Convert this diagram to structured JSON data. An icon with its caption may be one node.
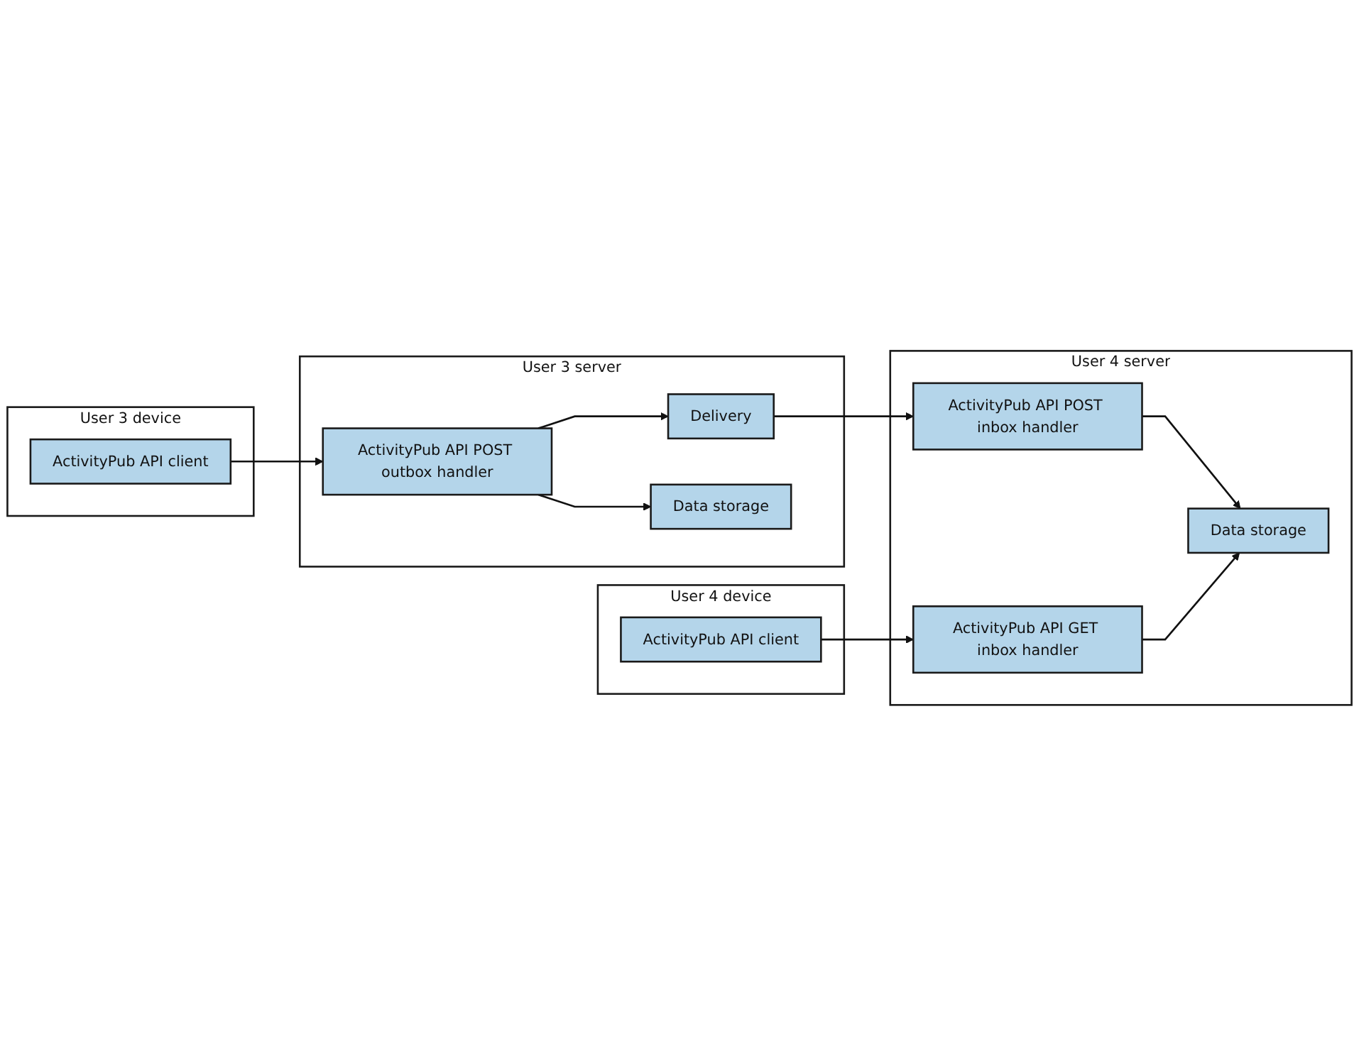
{
  "diagram": {
    "nodes": [
      {
        "text": [
          "User 3 device"
        ]
      },
      {
        "text": [
          "ActivityPub API client"
        ],
        "in": 0
      },
      {
        "text": [
          "User 3 server"
        ]
      },
      {
        "text": [
          "ActivityPub API POST outbox handler"
        ],
        "in": 2
      },
      {
        "text": [
          "Delivery"
        ],
        "in": 2
      },
      {
        "text": [
          "Data storage"
        ],
        "in": 2
      },
      {
        "text": [
          "User 4 server"
        ]
      },
      {
        "text": [
          "ActivityPub API POST inbox handler"
        ],
        "in": 6
      },
      {
        "text": [
          "ActivityPub API GET inbox handler"
        ],
        "in": 6
      },
      {
        "text": [
          "Data storage"
        ],
        "in": 6
      },
      {
        "text": [
          "User 4 device"
        ]
      },
      {
        "text": [
          "ActivityPub API client"
        ],
        "in": 10
      }
    ],
    "edges": [
      {
        "from": 1,
        "to": 3,
        "arrow": "to"
      },
      {
        "from": 3,
        "to": 4,
        "arrow": "to"
      },
      {
        "from": 3,
        "to": 5,
        "arrow": "to"
      },
      {
        "from": 4,
        "to": 7,
        "arrow": "to"
      },
      {
        "from": 11,
        "to": 8,
        "arrow": "to"
      },
      {
        "from": 7,
        "to": 9,
        "arrow": "to"
      },
      {
        "from": 8,
        "to": 9,
        "arrow": "to"
      }
    ]
  }
}
